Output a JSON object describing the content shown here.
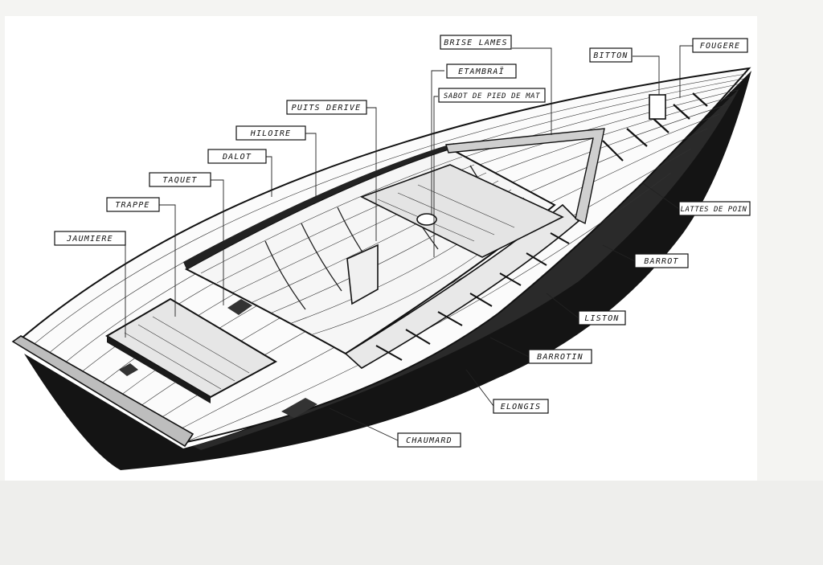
{
  "labels": {
    "brise_lames": "BRISE LAMES",
    "fougere": "FOUGERE",
    "bitton": "BITTON",
    "etambrai": "ETAMBRAÏ",
    "sabot": "SABOT DE PIED DE MAT",
    "puits_derive": "PUITS DERIVE",
    "hiloire": "HILOIRE",
    "dalot": "DALOT",
    "taquet": "TAQUET",
    "trappe": "TRAPPE",
    "jaumiere": "JAUMIERE",
    "lattes_de_point": "LATTES DE POIN",
    "barrot": "BARROT",
    "liston": "LISTON",
    "barrotin": "BARROTIN",
    "elongis": "ELONGIS",
    "chaumard": "CHAUMARD"
  },
  "colors": {
    "ink": "#111111",
    "paper": "#ffffff",
    "wood_shade": "#d8d8d8"
  }
}
